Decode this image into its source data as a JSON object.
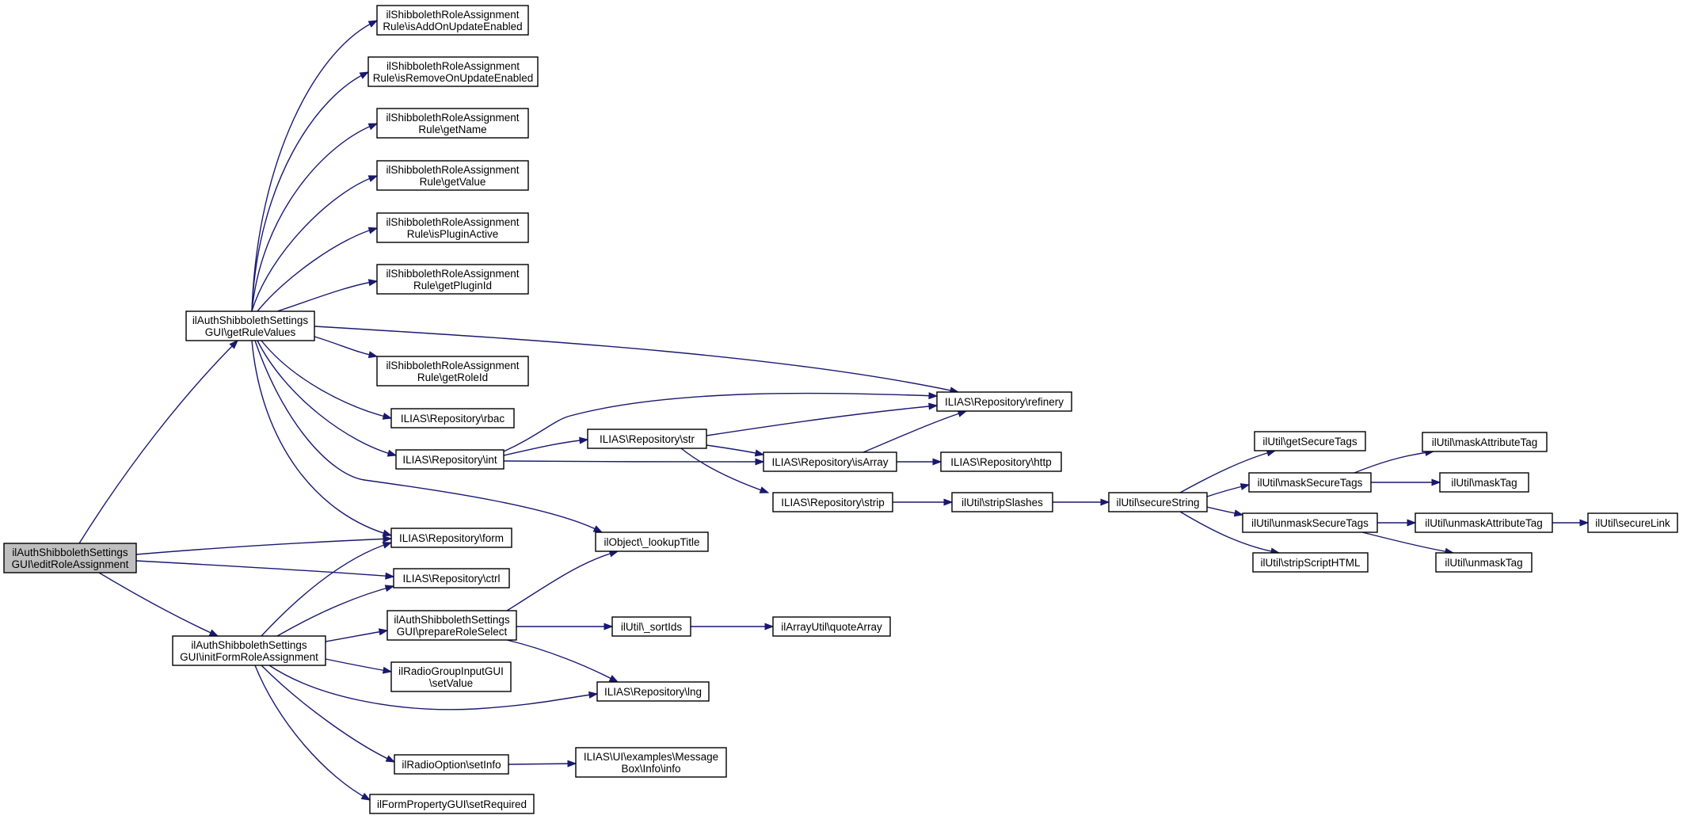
{
  "diagram": {
    "nodes": [
      {
        "id": "root",
        "lines": [
          "ilAuthShibbolethSettings",
          "GUI\\editRoleAssignment"
        ],
        "root": true
      },
      {
        "id": "getRuleValues",
        "lines": [
          "ilAuthShibbolethSettings",
          "GUI\\getRuleValues"
        ]
      },
      {
        "id": "initForm",
        "lines": [
          "ilAuthShibbolethSettings",
          "GUI\\initFormRoleAssignment"
        ]
      },
      {
        "id": "isAddOn",
        "lines": [
          "ilShibbolethRoleAssignment",
          "Rule\\isAddOnUpdateEnabled"
        ]
      },
      {
        "id": "isRemoveOn",
        "lines": [
          "ilShibbolethRoleAssignment",
          "Rule\\isRemoveOnUpdateEnabled"
        ]
      },
      {
        "id": "getName",
        "lines": [
          "ilShibbolethRoleAssignment",
          "Rule\\getName"
        ]
      },
      {
        "id": "getValue",
        "lines": [
          "ilShibbolethRoleAssignment",
          "Rule\\getValue"
        ]
      },
      {
        "id": "isPluginActive",
        "lines": [
          "ilShibbolethRoleAssignment",
          "Rule\\isPluginActive"
        ]
      },
      {
        "id": "getPluginId",
        "lines": [
          "ilShibbolethRoleAssignment",
          "Rule\\getPluginId"
        ]
      },
      {
        "id": "getRoleId",
        "lines": [
          "ilShibbolethRoleAssignment",
          "Rule\\getRoleId"
        ]
      },
      {
        "id": "rbac",
        "lines": [
          "ILIAS\\Repository\\rbac"
        ]
      },
      {
        "id": "int",
        "lines": [
          "ILIAS\\Repository\\int"
        ]
      },
      {
        "id": "form",
        "lines": [
          "ILIAS\\Repository\\form"
        ]
      },
      {
        "id": "ctrl",
        "lines": [
          "ILIAS\\Repository\\ctrl"
        ]
      },
      {
        "id": "prepareRoleSelect",
        "lines": [
          "ilAuthShibbolethSettings",
          "GUI\\prepareRoleSelect"
        ]
      },
      {
        "id": "radioSetValue",
        "lines": [
          "ilRadioGroupInputGUI",
          "\\setValue"
        ]
      },
      {
        "id": "setInfo",
        "lines": [
          "ilRadioOption\\setInfo"
        ]
      },
      {
        "id": "setRequired",
        "lines": [
          "ilFormPropertyGUI\\setRequired"
        ]
      },
      {
        "id": "str",
        "lines": [
          "ILIAS\\Repository\\str"
        ]
      },
      {
        "id": "lookupTitle",
        "lines": [
          "ilObject\\_lookupTitle"
        ]
      },
      {
        "id": "sortIds",
        "lines": [
          "ilUtil\\_sortIds"
        ]
      },
      {
        "id": "lng",
        "lines": [
          "ILIAS\\Repository\\lng"
        ]
      },
      {
        "id": "msgInfo",
        "lines": [
          "ILIAS\\UI\\examples\\Message",
          "Box\\Info\\info"
        ]
      },
      {
        "id": "refinery",
        "lines": [
          "ILIAS\\Repository\\refinery"
        ]
      },
      {
        "id": "isArray",
        "lines": [
          "ILIAS\\Repository\\isArray"
        ]
      },
      {
        "id": "strip",
        "lines": [
          "ILIAS\\Repository\\strip"
        ]
      },
      {
        "id": "http",
        "lines": [
          "ILIAS\\Repository\\http"
        ]
      },
      {
        "id": "stripSlashes",
        "lines": [
          "ilUtil\\stripSlashes"
        ]
      },
      {
        "id": "quoteArray",
        "lines": [
          "ilArrayUtil\\quoteArray"
        ]
      },
      {
        "id": "secureString",
        "lines": [
          "ilUtil\\secureString"
        ]
      },
      {
        "id": "getSecureTags",
        "lines": [
          "ilUtil\\getSecureTags"
        ]
      },
      {
        "id": "maskSecureTags",
        "lines": [
          "ilUtil\\maskSecureTags"
        ]
      },
      {
        "id": "unmaskSecureTags",
        "lines": [
          "ilUtil\\unmaskSecureTags"
        ]
      },
      {
        "id": "stripScriptHTML",
        "lines": [
          "ilUtil\\stripScriptHTML"
        ]
      },
      {
        "id": "maskAttributeTag",
        "lines": [
          "ilUtil\\maskAttributeTag"
        ]
      },
      {
        "id": "maskTag",
        "lines": [
          "ilUtil\\maskTag"
        ]
      },
      {
        "id": "unmaskAttributeTag",
        "lines": [
          "ilUtil\\unmaskAttributeTag"
        ]
      },
      {
        "id": "unmaskTag",
        "lines": [
          "ilUtil\\unmaskTag"
        ]
      },
      {
        "id": "secureLink",
        "lines": [
          "ilUtil\\secureLink"
        ]
      }
    ],
    "edges": [
      [
        "root",
        "getRuleValues"
      ],
      [
        "root",
        "form"
      ],
      [
        "root",
        "ctrl"
      ],
      [
        "root",
        "initForm"
      ],
      [
        "getRuleValues",
        "isAddOn"
      ],
      [
        "getRuleValues",
        "isRemoveOn"
      ],
      [
        "getRuleValues",
        "getName"
      ],
      [
        "getRuleValues",
        "getValue"
      ],
      [
        "getRuleValues",
        "isPluginActive"
      ],
      [
        "getRuleValues",
        "getPluginId"
      ],
      [
        "getRuleValues",
        "refinery"
      ],
      [
        "getRuleValues",
        "getRoleId"
      ],
      [
        "getRuleValues",
        "rbac"
      ],
      [
        "getRuleValues",
        "int"
      ],
      [
        "getRuleValues",
        "lookupTitle"
      ],
      [
        "getRuleValues",
        "form"
      ],
      [
        "int",
        "refinery"
      ],
      [
        "int",
        "str"
      ],
      [
        "int",
        "isArray"
      ],
      [
        "str",
        "refinery"
      ],
      [
        "str",
        "isArray"
      ],
      [
        "str",
        "strip"
      ],
      [
        "isArray",
        "refinery"
      ],
      [
        "isArray",
        "http"
      ],
      [
        "strip",
        "stripSlashes"
      ],
      [
        "stripSlashes",
        "secureString"
      ],
      [
        "secureString",
        "getSecureTags"
      ],
      [
        "secureString",
        "maskSecureTags"
      ],
      [
        "secureString",
        "unmaskSecureTags"
      ],
      [
        "secureString",
        "stripScriptHTML"
      ],
      [
        "maskSecureTags",
        "maskAttributeTag"
      ],
      [
        "maskSecureTags",
        "maskTag"
      ],
      [
        "unmaskSecureTags",
        "unmaskAttributeTag"
      ],
      [
        "unmaskSecureTags",
        "unmaskTag"
      ],
      [
        "unmaskAttributeTag",
        "secureLink"
      ],
      [
        "initForm",
        "form"
      ],
      [
        "initForm",
        "ctrl"
      ],
      [
        "initForm",
        "prepareRoleSelect"
      ],
      [
        "initForm",
        "radioSetValue"
      ],
      [
        "initForm",
        "lng"
      ],
      [
        "initForm",
        "setInfo"
      ],
      [
        "initForm",
        "setRequired"
      ],
      [
        "prepareRoleSelect",
        "lookupTitle"
      ],
      [
        "prepareRoleSelect",
        "sortIds"
      ],
      [
        "prepareRoleSelect",
        "lng"
      ],
      [
        "sortIds",
        "quoteArray"
      ],
      [
        "setInfo",
        "msgInfo"
      ]
    ]
  }
}
